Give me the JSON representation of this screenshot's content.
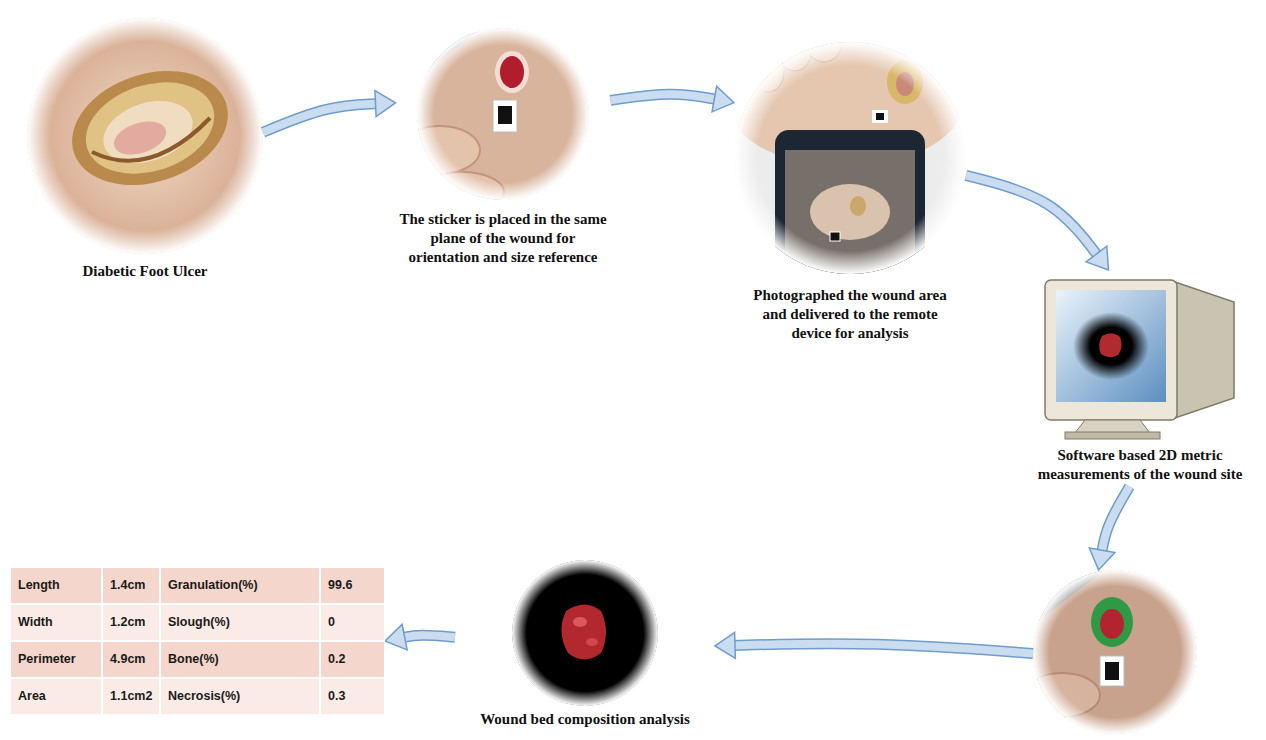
{
  "diagram": {
    "nodes": [
      {
        "text": [
          "Diabetic Foot Ulcer"
        ]
      },
      {
        "text": [
          "The sticker is placed in the same plane of the wound for orientation and size reference"
        ]
      },
      {
        "text": [
          "Photographed the wound area and delivered to the remote device for analysis"
        ]
      },
      {
        "text": [
          "Software based 2D metric measurements of the wound site"
        ]
      },
      {
        "text": []
      },
      {
        "text": [
          "Wound bed composition analysis"
        ]
      },
      {
        "text": [
          "Length",
          "1.4cm",
          "Granulation(%)",
          "99.6",
          "Width",
          "1.2cm",
          "Slough(%)",
          "0",
          "Perimeter",
          "4.9cm",
          "Bone(%)",
          "0.2",
          "Area",
          "1.1cm2",
          "Necrosis(%)",
          "0.3"
        ]
      }
    ],
    "edges": [
      {
        "from": 0,
        "to": 1,
        "arrow": "to"
      },
      {
        "from": 1,
        "to": 2,
        "arrow": "to"
      },
      {
        "from": 2,
        "to": 3,
        "arrow": "to"
      },
      {
        "from": 3,
        "to": 4,
        "arrow": "to"
      },
      {
        "from": 4,
        "to": 5,
        "arrow": "to"
      },
      {
        "from": 5,
        "to": 6,
        "arrow": "to"
      }
    ]
  }
}
